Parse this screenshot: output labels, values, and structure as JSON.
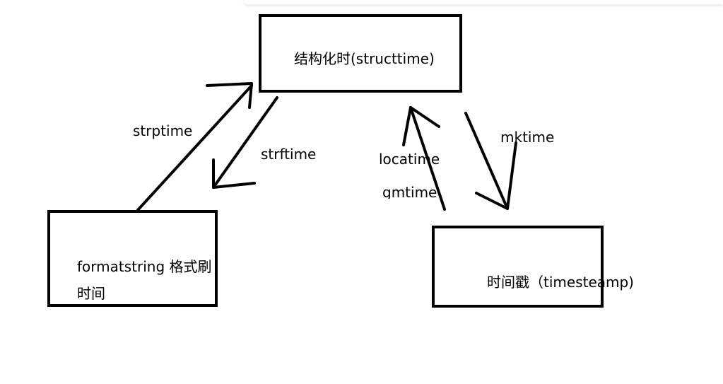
{
  "nodes": {
    "struct_time": {
      "label": "结构化时(structtime)"
    },
    "format_string": {
      "line1": "formatstring 格式刷",
      "line2": "时间"
    },
    "timestamp": {
      "label": "时间戳（timesteamp)"
    }
  },
  "edges": {
    "strptime": "strptime",
    "strftime": "strftime",
    "localtime": "locatime",
    "gmtime": "gmtime",
    "mktime": "mktime"
  }
}
